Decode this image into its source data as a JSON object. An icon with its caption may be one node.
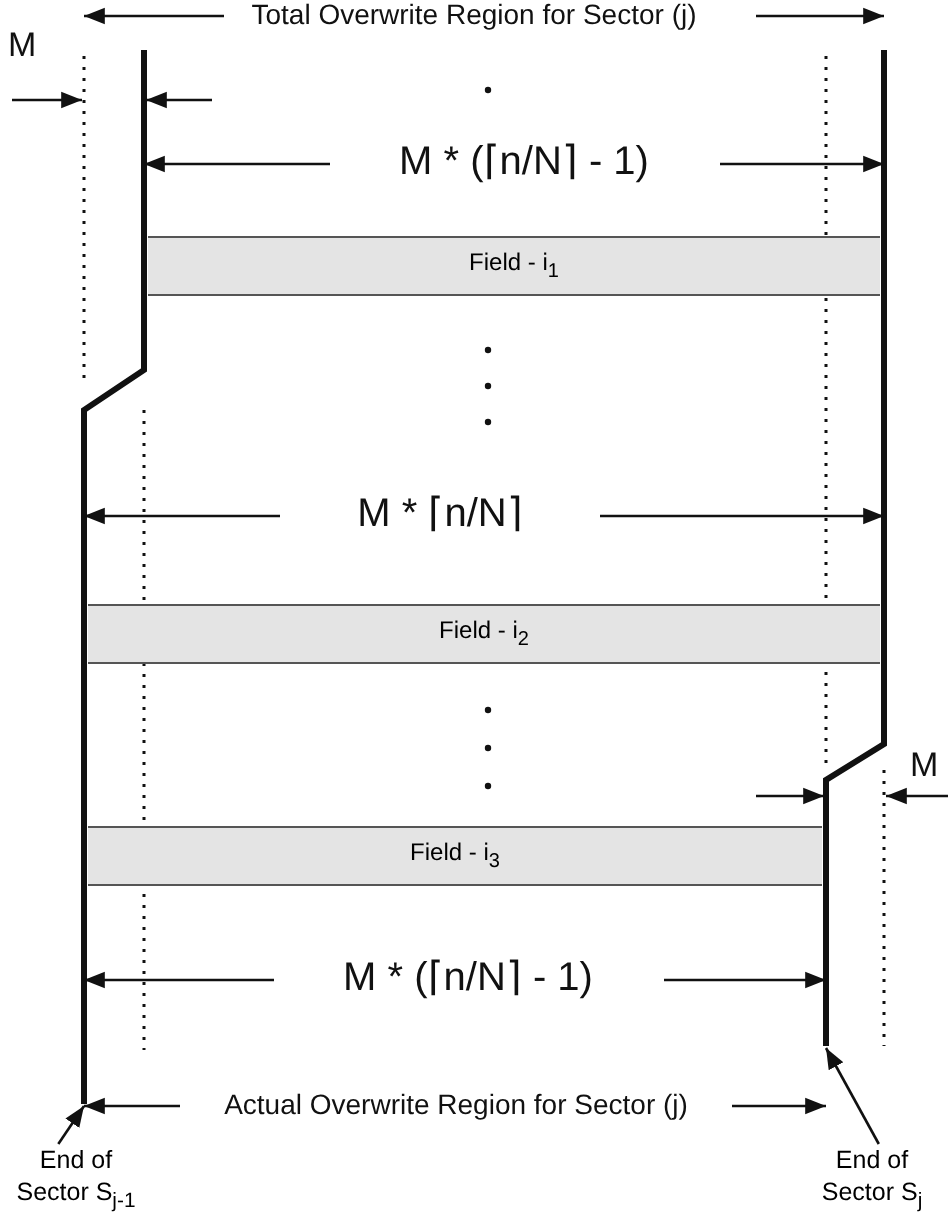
{
  "diagram": {
    "nodes": [
      {
        "text": [
          "Field - i$_{1}$"
        ]
      },
      {
        "text": [
          "Field - i$_{2}$"
        ]
      },
      {
        "text": [
          "Field - i$_{3}$"
        ]
      },
      {
        "text": [
          "End of Sector S$_{j-1}$"
        ]
      },
      {
        "text": [
          "End of Sector S$_{j}$"
        ]
      },
      {
        "text": [],
        "shape": "line"
      },
      {
        "text": [],
        "shape": "line"
      }
    ],
    "edges": [
      {
        "from": 3,
        "to": 5,
        "arrow": "to"
      },
      {
        "from": 4,
        "to": 6,
        "arrow": "to"
      }
    ],
    "labels": [
      "Total Overwrite Region for Sector (j)",
      "M",
      "M * (⌈n/N⌉ - 1)",
      "M * ⌈n/N⌉",
      "M",
      "M * (⌈n/N⌉ - 1)",
      "Actual Overwrite Region for Sector (j)"
    ]
  }
}
